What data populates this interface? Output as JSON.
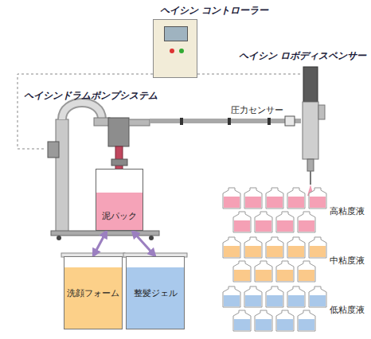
{
  "diagram": {
    "nodes": [
      {
        "text": [
          "ヘイシン コントローラー"
        ]
      },
      {
        "text": [
          "ヘイシン ロボディスペンサー"
        ]
      },
      {
        "text": [
          "ヘイシンドラムポンプシステム"
        ]
      },
      {
        "text": [
          "泥パック"
        ],
        "in": 2
      },
      {
        "text": [
          "洗顔フォーム"
        ]
      },
      {
        "text": [
          "整髪ジェル"
        ]
      }
    ],
    "edges": [
      {
        "from": 0,
        "to": 2,
        "arrow": "none"
      },
      {
        "from": 0,
        "to": 1,
        "arrow": "none"
      },
      {
        "from": 2,
        "to": 1,
        "arrow": "none"
      },
      {
        "from": 3,
        "to": 4,
        "arrow": "both"
      },
      {
        "from": 3,
        "to": 5,
        "arrow": "both"
      }
    ],
    "labels": [
      "圧力センサー",
      "高粘度液",
      "中粘度液",
      "低粘度液"
    ]
  }
}
